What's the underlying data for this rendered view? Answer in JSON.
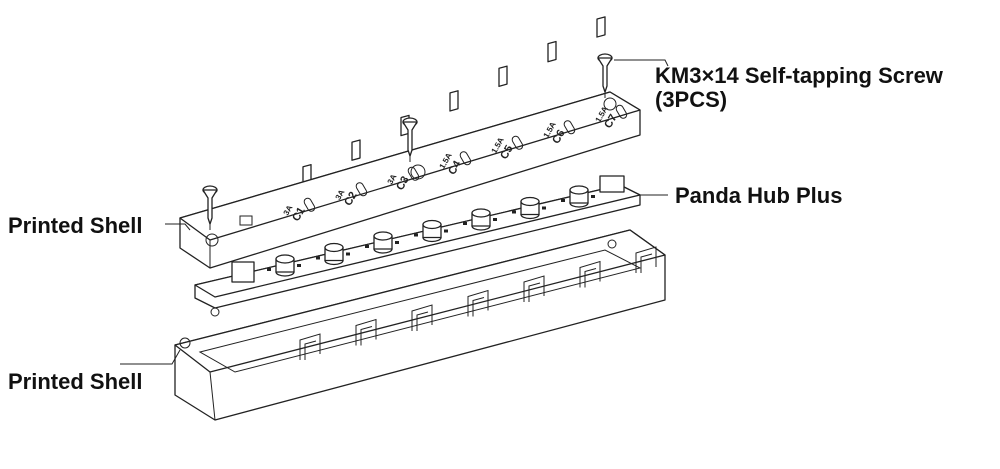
{
  "labels": {
    "screw_line1": "KM3×14 Self-tapping Screw",
    "screw_line2": "(3PCS)",
    "hub": "Panda Hub Plus",
    "top_shell": "Printed Shell",
    "bottom_shell": "Printed Shell"
  },
  "channels": [
    {
      "name": "C1",
      "current": "3A"
    },
    {
      "name": "C2",
      "current": "3A"
    },
    {
      "name": "C3",
      "current": "3A"
    },
    {
      "name": "C4",
      "current": "1.5A"
    },
    {
      "name": "C5",
      "current": "1.5A"
    },
    {
      "name": "C6",
      "current": "1.5A"
    },
    {
      "name": "C7",
      "current": "1.5A"
    }
  ]
}
